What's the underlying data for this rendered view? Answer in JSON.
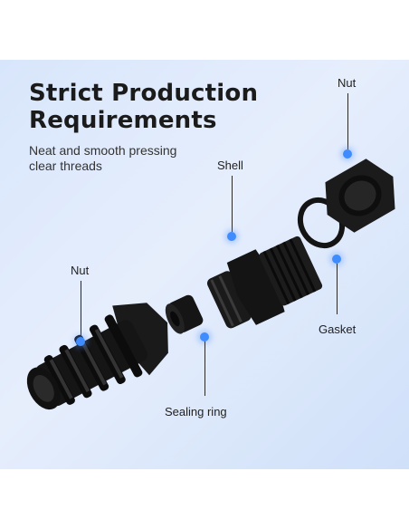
{
  "headline": {
    "line1": "Strict Production",
    "line2": "Requirements"
  },
  "subtext": {
    "line1": "Neat and smooth pressing",
    "line2": "clear threads"
  },
  "labels": {
    "nut_top": "Nut",
    "shell": "Shell",
    "nut_left": "Nut",
    "gasket": "Gasket",
    "sealing_ring": "Sealing ring"
  },
  "colors": {
    "accent_dot": "#3f8cff",
    "part_color": "#141414",
    "panel_bg": "#dde8fb"
  },
  "icons": [
    "cable-gland-nut",
    "cable-gland-shell",
    "gasket-ring",
    "sealing-ring",
    "strain-relief-nut"
  ]
}
